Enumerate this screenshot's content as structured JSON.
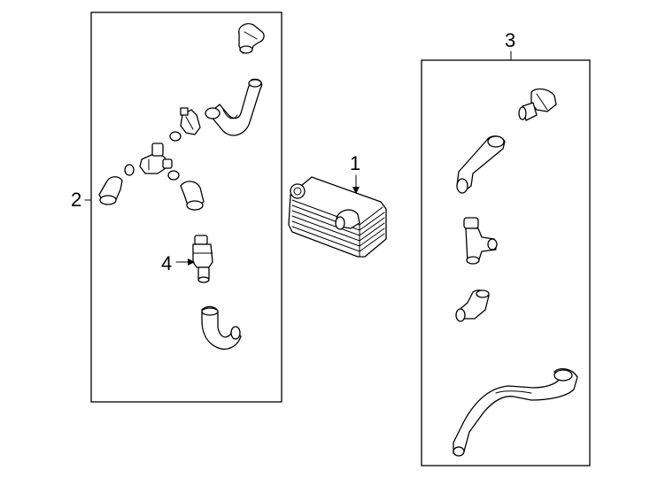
{
  "diagram": {
    "callouts": [
      {
        "id": "cooler",
        "label": "1"
      },
      {
        "id": "kit-left",
        "label": "2"
      },
      {
        "id": "kit-right",
        "label": "3"
      },
      {
        "id": "valve",
        "label": "4"
      }
    ]
  }
}
